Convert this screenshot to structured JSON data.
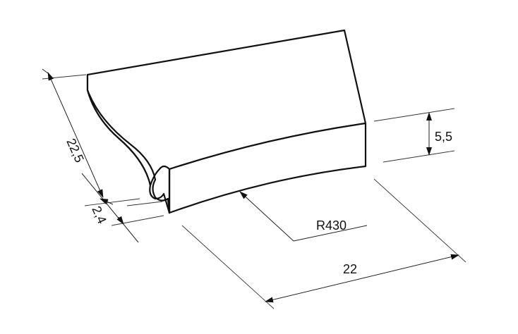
{
  "drawing": {
    "stroke_color": "#111111",
    "background": "#ffffff",
    "dimensions": {
      "length": "22,5",
      "lip": "2,4",
      "height": "5,5",
      "radius": "R430",
      "width": "22"
    }
  }
}
